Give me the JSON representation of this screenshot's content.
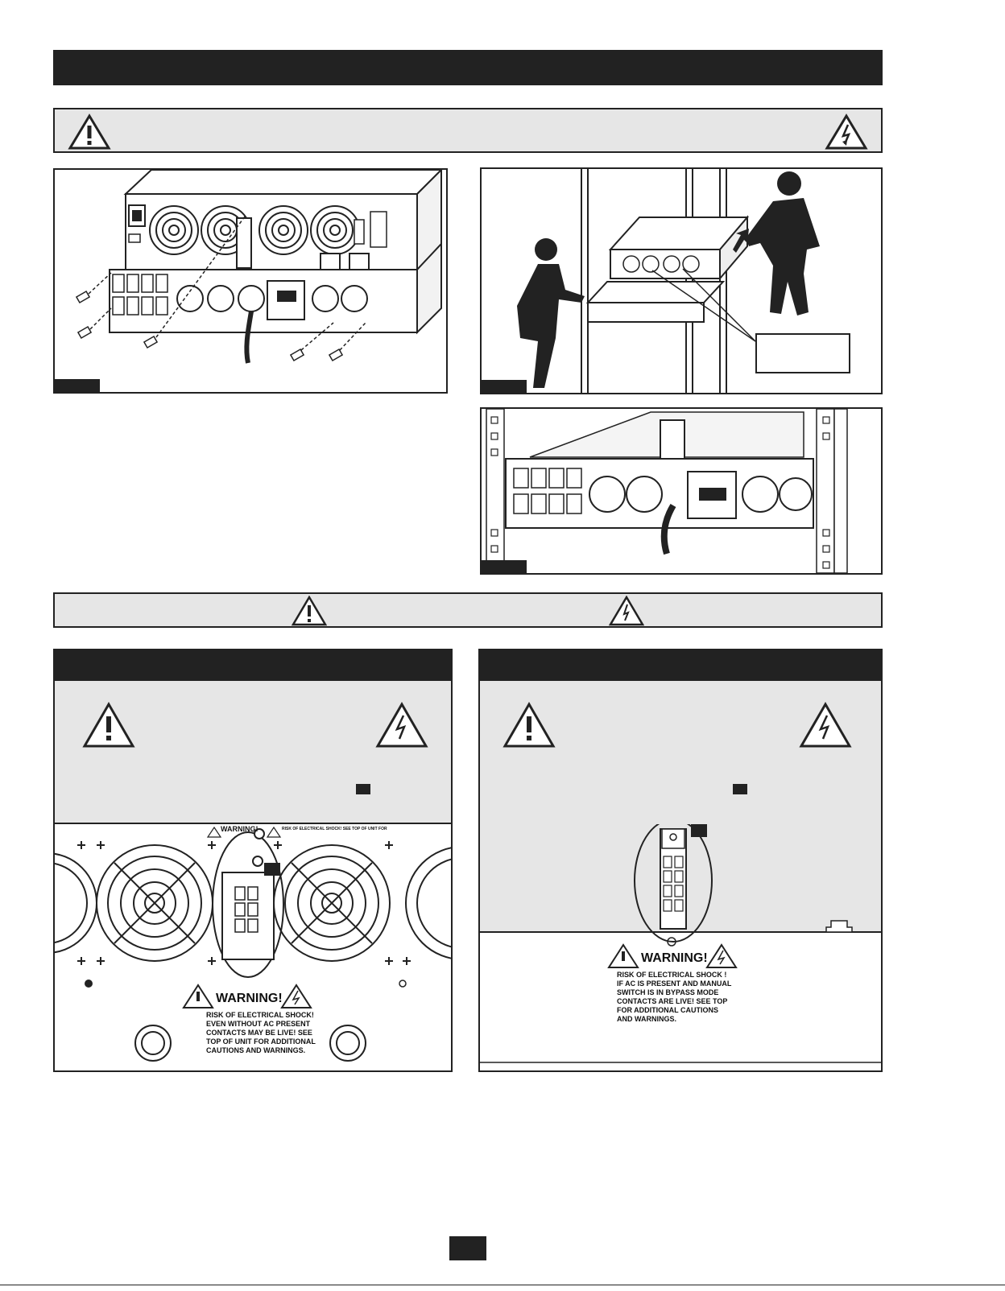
{
  "warning_labels": {
    "left": {
      "heading": "WARNING!",
      "lines": [
        "RISK OF ELECTRICAL SHOCK!",
        "EVEN WITHOUT AC PRESENT",
        "CONTACTS MAY BE LIVE! SEE",
        "TOP OF UNIT FOR ADDITIONAL",
        "CAUTIONS AND WARNINGS."
      ],
      "top_strip": "WARNING!",
      "top_strip_small": "RISK OF ELECTRICAL SHOCK! SEE TOP OF UNIT FOR"
    },
    "right": {
      "heading": "WARNING!",
      "lines": [
        "RISK OF ELECTRICAL SHOCK !",
        "IF AC IS PRESENT AND MANUAL",
        "SWITCH IS IN BYPASS MODE",
        "CONTACTS ARE LIVE! SEE TOP",
        "FOR ADDITIONAL CAUTIONS",
        "AND WARNINGS."
      ]
    }
  },
  "icons": {
    "caution": "caution-triangle-icon",
    "shock": "electrical-shock-icon"
  },
  "colors": {
    "dark": "#222222",
    "band_grey": "#e6e6e6"
  }
}
